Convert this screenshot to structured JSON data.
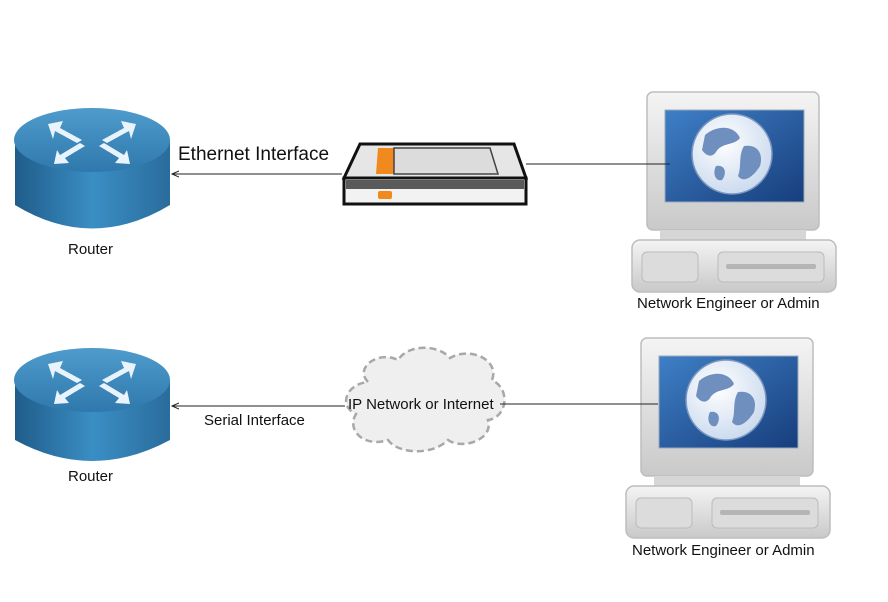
{
  "labels": {
    "router_top": "Router",
    "router_bottom": "Router",
    "ethernet_interface": "Ethernet Interface",
    "serial_interface": "Serial Interface",
    "cloud": "IP Network or Internet",
    "engineer_top": "Network Engineer or Admin",
    "engineer_bottom": "Network Engineer or Admin"
  },
  "colors": {
    "router_top_face": "#3f86b8",
    "router_side": "#2e6f9e",
    "accent_orange": "#f08a1e",
    "screen_blue": "#2f63a8",
    "line": "#222222"
  }
}
